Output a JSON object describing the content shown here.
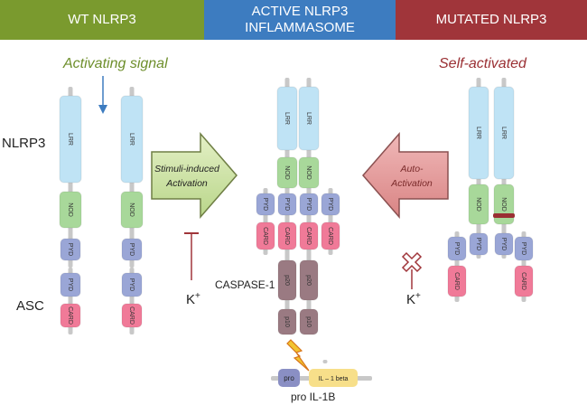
{
  "headers": {
    "wt": "WT NLRP3",
    "active_line1": "ACTIVE NLRP3",
    "active_line2": "INFLAMMASOME",
    "mutated": "MUTATED NLRP3"
  },
  "signals": {
    "activating": "Activating signal",
    "self_activated": "Self-activated"
  },
  "labels": {
    "nlrp3": "NLRP3",
    "asc": "ASC",
    "caspase": "CASPASE-1",
    "k_plus": "K",
    "k_plus_sup": "+",
    "pro_il1b": "pro IL-1B"
  },
  "arrows": {
    "stimuli_line1": "Stimuli-induced",
    "stimuli_line2": "Activation",
    "auto_line1": "Auto-",
    "auto_line2": "Activation"
  },
  "domains": {
    "lrr": "LRR",
    "nod": "NOD",
    "pyd": "PYD",
    "card": "CARD",
    "p20": "p20",
    "p10": "p10",
    "pro": "pro",
    "il1beta": "IL – 1 beta"
  },
  "colors": {
    "wt_header": "#7a9a2e",
    "active_header": "#3d7cc0",
    "mutated_header": "#a0353a",
    "lrr": "#bfe3f5",
    "nod": "#a8d89a",
    "pyd": "#9aa6d6",
    "card": "#f07a98",
    "caspase": "#9a7a82",
    "stimuli_arrow": "#cce3a6",
    "auto_arrow": "#e49a9a",
    "pro": "#8a8fc4",
    "il1beta": "#f7df8a",
    "activating_text": "#6e8f2c",
    "self_text": "#9a2f33"
  }
}
